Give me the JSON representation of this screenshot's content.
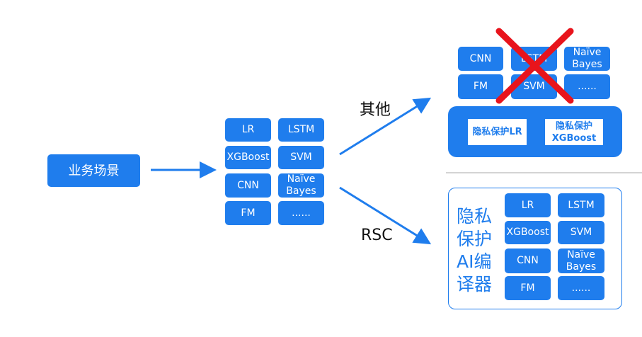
{
  "scenario": "业务场景",
  "middle_models": [
    "LR",
    "LSTM",
    "XGBoost",
    "SVM",
    "CNN",
    "Naïve Bayes",
    "FM",
    "......"
  ],
  "branch_other": "其他",
  "branch_rsc": "RSC",
  "top_models": [
    "CNN",
    "LSTM",
    "Naïve Bayes",
    "FM",
    "SVM",
    "......"
  ],
  "top_private": [
    "隐私保护LR",
    "隐私保护 XGBoost"
  ],
  "compiler_label": "隐私保护AI编译器",
  "bottom_models": [
    "LR",
    "LSTM",
    "XGBoost",
    "SVM",
    "CNN",
    "Naïve Bayes",
    "FM",
    "......"
  ],
  "colors": {
    "accent": "#1f7ded",
    "cross": "#e8141c"
  }
}
